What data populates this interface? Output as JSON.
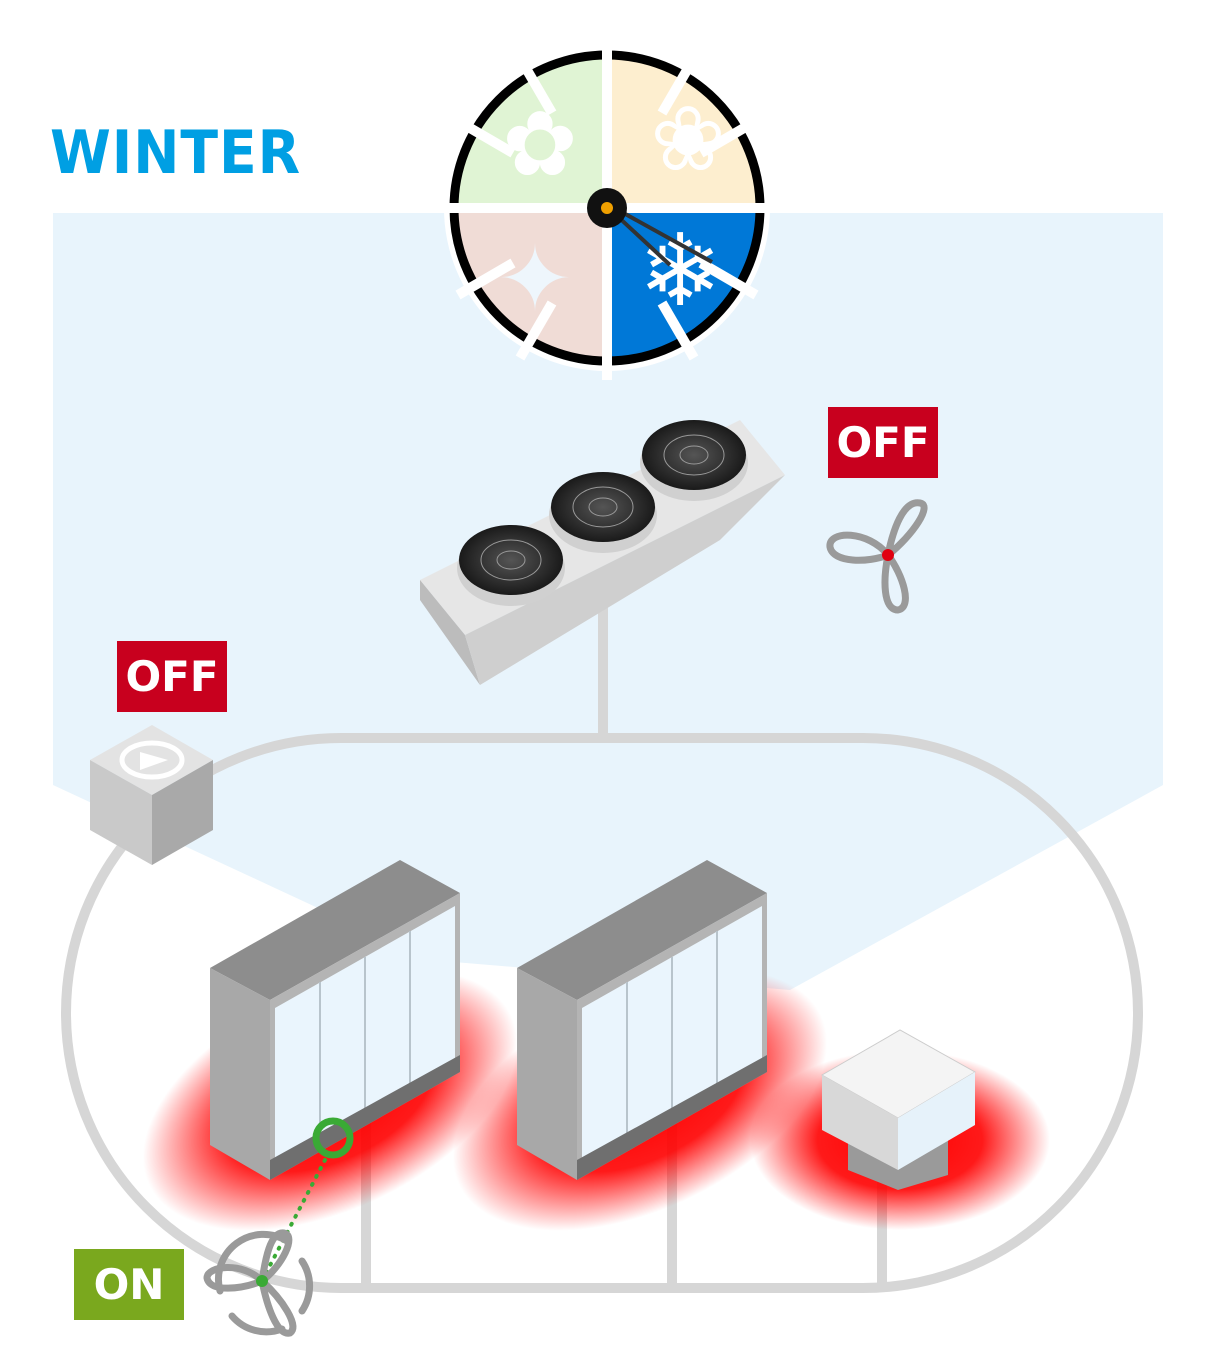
{
  "season": {
    "label": "WINTER",
    "color": "#009fe3"
  },
  "clock": {
    "quadrants": [
      "spring",
      "summer",
      "autumn",
      "winter"
    ],
    "active": "winter"
  },
  "condenser": {
    "status": "OFF",
    "status_color": "#c8001e"
  },
  "pump": {
    "status": "OFF",
    "status_color": "#c8001e"
  },
  "evaporator_fan": {
    "status": "ON",
    "status_color": "#7aa81e"
  },
  "colors": {
    "background_zone": "#e8f4fc",
    "pipe": "#d6d6d6",
    "heat": "#ff0000",
    "indicator": "#3aaa35"
  }
}
